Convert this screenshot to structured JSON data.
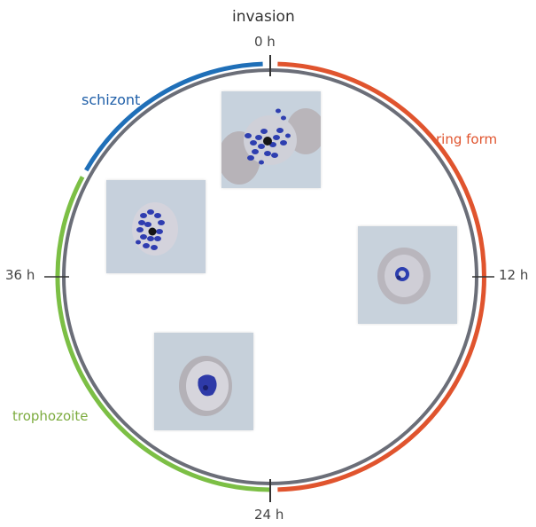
{
  "title": "invasion",
  "time_labels": {
    "t0": "0 h",
    "t12": "12 h",
    "t24": "24 h",
    "t36": "36 h"
  },
  "stages": {
    "schizont": "schizont",
    "ring_form": "ring form",
    "trophozoite": "trophozoite"
  },
  "colors": {
    "schizont": "#1f6fb8",
    "ring_form": "#e0542e",
    "trophozoite": "#7cbf45",
    "inner_circle": "#6b6e78",
    "parasite_blue": "#2c3fa8"
  },
  "micrographs": [
    {
      "stage": "schizont",
      "subject": "mature schizont merozoites"
    },
    {
      "stage": "schizont",
      "subject": "schizont"
    },
    {
      "stage": "ring_form",
      "subject": "ring form"
    },
    {
      "stage": "trophozoite",
      "subject": "trophozoite"
    }
  ]
}
